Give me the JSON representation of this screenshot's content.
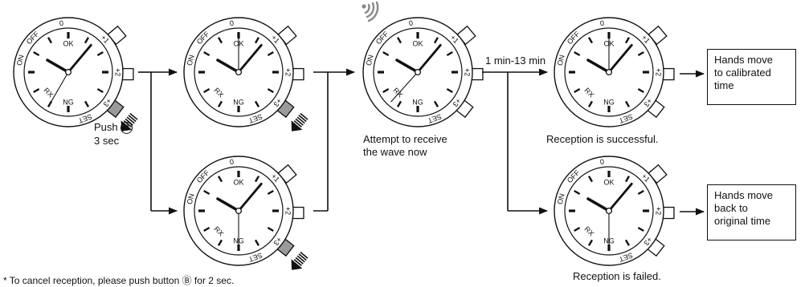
{
  "watch_labels": {
    "on": "ON",
    "off": "OFF",
    "ok": "OK",
    "ng": "NG",
    "rx": "RX",
    "zero": "0",
    "plus1": "+1",
    "plus2": "+2",
    "plus3": "+3",
    "set": "SET"
  },
  "watches": [
    {
      "id": "initial",
      "hour_hand_deg": 300,
      "minute_hand_deg": 40,
      "second_hand_deg": 210,
      "button_pressed": true,
      "press_arrow": true
    },
    {
      "id": "ok-position",
      "hour_hand_deg": 300,
      "minute_hand_deg": 40,
      "second_hand_deg": 0,
      "button_pressed": true,
      "press_arrow": true
    },
    {
      "id": "ng-position",
      "hour_hand_deg": 300,
      "minute_hand_deg": 40,
      "second_hand_deg": 180,
      "button_pressed": true,
      "press_arrow": true
    },
    {
      "id": "rx-position",
      "hour_hand_deg": 300,
      "minute_hand_deg": 40,
      "second_hand_deg": 222,
      "button_pressed": false,
      "press_arrow": false,
      "signal_waves": true
    },
    {
      "id": "success",
      "hour_hand_deg": 300,
      "minute_hand_deg": 40,
      "second_hand_deg": 0,
      "button_pressed": false,
      "press_arrow": false
    },
    {
      "id": "failed",
      "hour_hand_deg": 300,
      "minute_hand_deg": 40,
      "second_hand_deg": 180,
      "button_pressed": false,
      "press_arrow": false
    }
  ],
  "captions": {
    "push_button_line1": "Push ",
    "button_b_symbol": "B",
    "push_button_line2": "3 sec",
    "attempt_line1": "Attempt to receive",
    "attempt_line2": "the wave now",
    "duration": "1 min-13 min",
    "success": "Reception is successful.",
    "failed": "Reception is failed.",
    "footnote": "* To cancel reception, please push button Ⓑ for 2 sec."
  },
  "results": {
    "success": [
      "Hands move",
      "to calibrated",
      "time"
    ],
    "failed": [
      "Hands move",
      "back to",
      "original time"
    ]
  },
  "colors": {
    "ink": "#111111",
    "pressed_button": "#9a9a9a",
    "signal": "#888888"
  }
}
